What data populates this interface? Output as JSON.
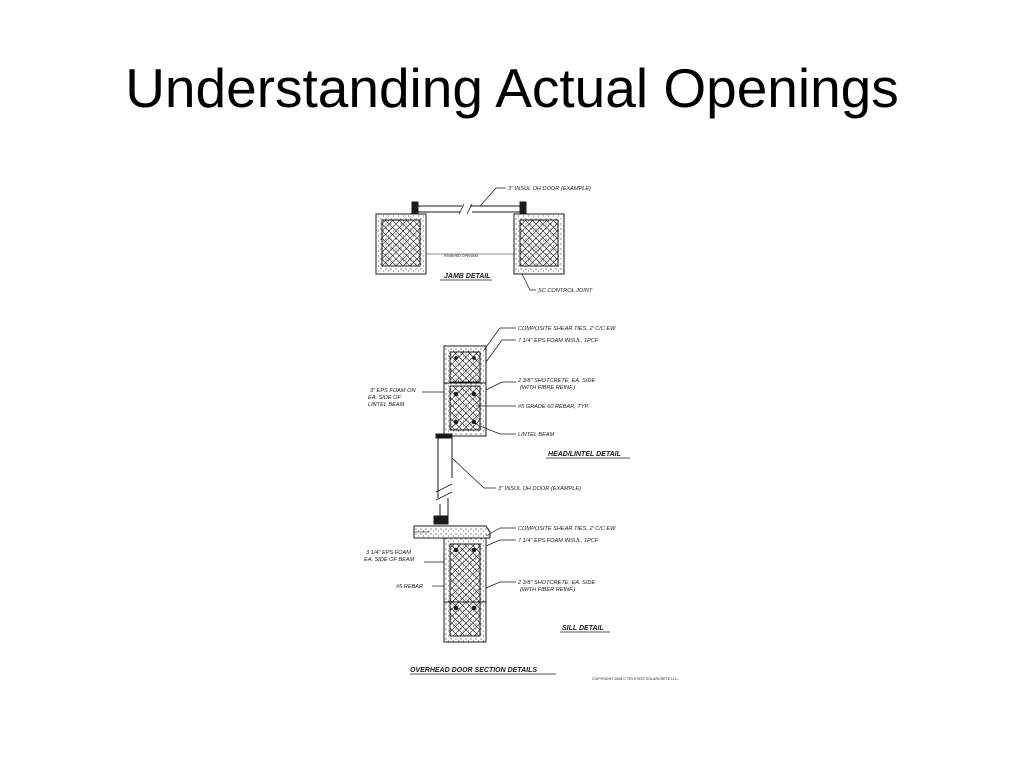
{
  "slide": {
    "title": "Understanding Actual Openings",
    "colors": {
      "background": "#ffffff",
      "text": "#000000",
      "line": "#1a1a1a"
    }
  },
  "diagram": {
    "jamb": {
      "labels": {
        "door": "3\" INSUL OH DOOR (EXAMPLE)",
        "opening": "FINISHED OPENING",
        "joint": "SC CONTROL JOINT"
      },
      "title": "JAMB DETAIL"
    },
    "head": {
      "labels": {
        "ties": "COMPOSITE SHEAR TIES, 2' C/C EW",
        "foam": "7 1/4\" EPS FOAM INSUL, 1PCF",
        "shotcrete_1": "2 3/8\" SHOTCRETE, EA. SIDE",
        "shotcrete_2": "(WITH FIBRE REINF.)",
        "rebar": "#5 GRADE 60 REBAR, TYP.",
        "lintel": "LINTEL BEAM",
        "side_1": "3\" EPS FOAM ON",
        "side_2": "EA. SIDE OF",
        "side_3": "LINTEL BEAM",
        "door": "3\" INSUL OH DOOR (EXAMPLE)"
      },
      "title": "HEAD/LINTEL DETAIL"
    },
    "sill": {
      "labels": {
        "ties": "COMPOSITE SHEAR TIES, 2' C/C EW",
        "foam": "7 1/4\" EPS FOAM INSUL, 1PCF",
        "side_1": "3 1/4\" EPS FOAM",
        "side_2": "EA. SIDE OF BEAM",
        "rebar": "#5 REBAR",
        "shotcrete_1": "2 3/8\" SHOTCRETE, EA. SIDE",
        "shotcrete_2": "(WITH FIBER REINF.)"
      },
      "title": "SILL DETAIL"
    },
    "main_title": "OVERHEAD DOOR SECTION DETAILS",
    "copyright": "COPYRIGHT 2008 C TRI-STATE SOLARCRETE LLC."
  }
}
